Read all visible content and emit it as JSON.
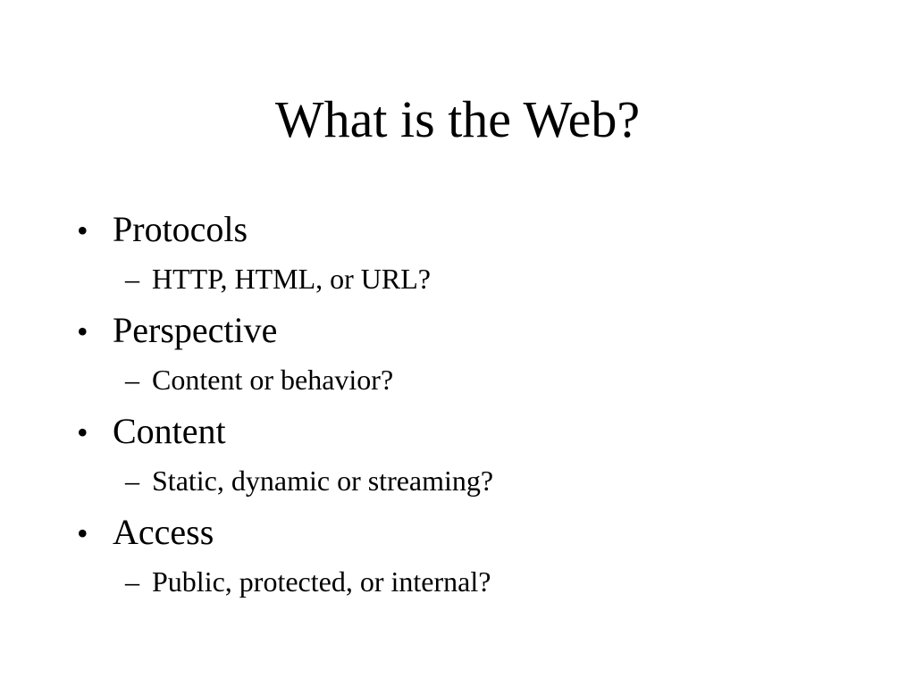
{
  "slide": {
    "title": "What is the Web?",
    "bullets": [
      {
        "label": "Protocols",
        "sub": "HTTP, HTML, or URL?"
      },
      {
        "label": "Perspective",
        "sub": "Content or behavior?"
      },
      {
        "label": "Content",
        "sub": "Static, dynamic or streaming?"
      },
      {
        "label": "Access",
        "sub": "Public, protected, or internal?"
      }
    ],
    "bullet_glyph": "•",
    "sub_glyph": "–"
  }
}
